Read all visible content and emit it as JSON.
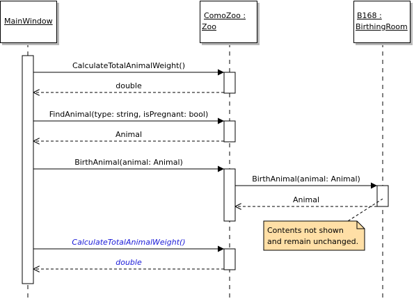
{
  "lifelines": [
    {
      "name": "MainWindow"
    },
    {
      "name_line1": "ComoZoo :",
      "name_line2": "Zoo"
    },
    {
      "name_line1": "B168 :",
      "name_line2": "BirthingRoom"
    }
  ],
  "messages": [
    {
      "label": "CalculateTotalAnimalWeight()",
      "kind": "call"
    },
    {
      "label": "double",
      "kind": "return"
    },
    {
      "label": "FindAnimal(type: string, isPregnant: bool)",
      "kind": "call"
    },
    {
      "label": "Animal",
      "kind": "return"
    },
    {
      "label": "BirthAnimal(animal: Animal)",
      "kind": "call"
    },
    {
      "label": "BirthAnimal(animal: Animal)",
      "kind": "call"
    },
    {
      "label": "Animal",
      "kind": "return"
    },
    {
      "label": "CalculateTotalAnimalWeight()",
      "kind": "call",
      "style": "italic-blue"
    },
    {
      "label": "double",
      "kind": "return",
      "style": "italic-blue"
    }
  ],
  "note": {
    "line1": "Contents not shown",
    "line2": "and remain unchanged.",
    "fill": "#ffdfa6"
  },
  "colors": {
    "italic_label": "#1a1ad8",
    "shadow": "#b8b8b8"
  }
}
